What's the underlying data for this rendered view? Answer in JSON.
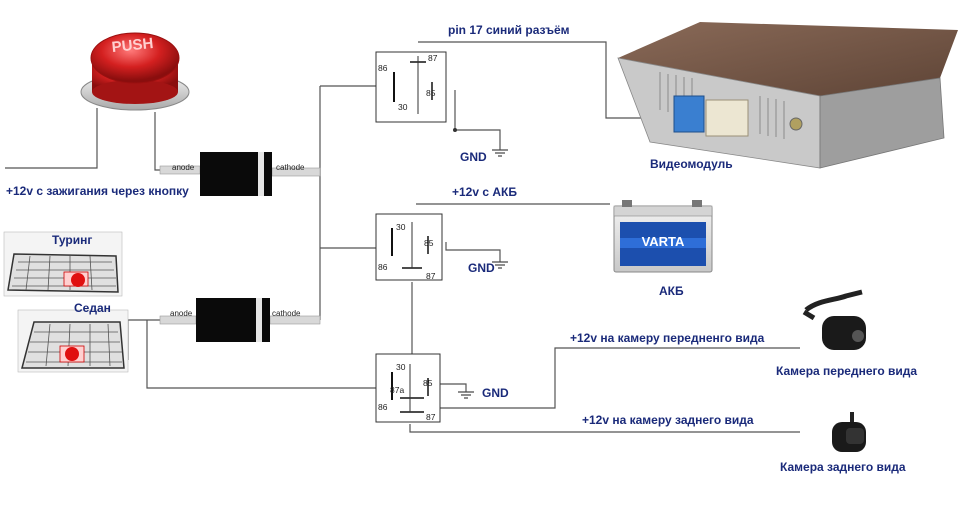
{
  "labels": {
    "push_text": "PUSH",
    "ignition": "+12v с зажигания через кнопку",
    "pin17": "pin 17 синий   разъём",
    "gnd": "GND",
    "videomodule": "Видеомодуль",
    "plus12_akb": "+12v с АКБ",
    "akb": "АКБ",
    "varta": "VARTA",
    "touring": "Туринг",
    "sedan": "Седан",
    "front_cam_power": "+12v на камеру передненго вида",
    "rear_cam_power": "+12v на камеру заднего вида",
    "front_cam": "Камера переднего вида",
    "rear_cam": "Камера заднего вида"
  },
  "diode": {
    "anode": "anode",
    "cathode": "cathode"
  },
  "relay_pins": {
    "p86": "86",
    "p87": "87",
    "p85": "85",
    "p30": "30",
    "p87a": "87a"
  },
  "colors": {
    "label_blue": "#1a2a7a",
    "push_red": "#d42020",
    "wire": "#444444"
  }
}
